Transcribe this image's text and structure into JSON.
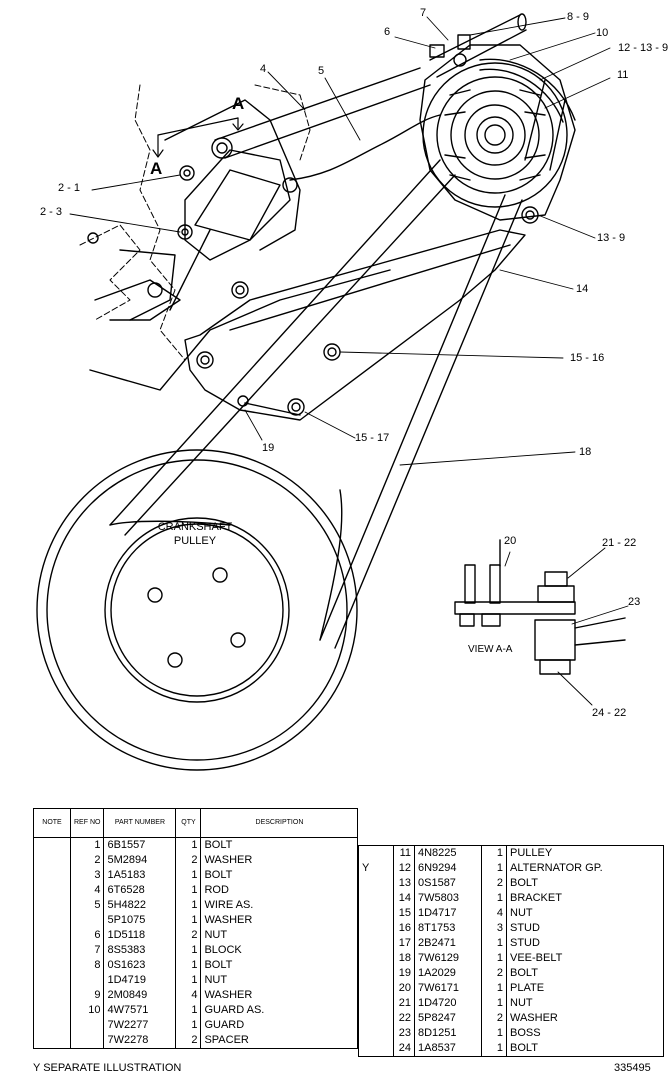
{
  "callouts": {
    "c1": "7",
    "c2": "8 - 9",
    "c3": "6",
    "c4": "10",
    "c5": "12 - 13 - 9",
    "c6": "4",
    "c7": "5",
    "c8": "11",
    "c9": "2 - 1",
    "c10": "2 - 3",
    "c11": "13 - 9",
    "c12": "14",
    "c13": "15 - 16",
    "c14": "15 - 17",
    "c15": "19",
    "c16": "18",
    "c17": "20",
    "c18": "21 - 22",
    "c19": "23",
    "c20": "24 - 22"
  },
  "section_marks": {
    "a_top": "A",
    "a_bottom": "A"
  },
  "pulley_label": {
    "line1": "CRANKSHAFT",
    "line2": "PULLEY"
  },
  "view_label": "VIEW  A-A",
  "table_headers": {
    "note": "NOTE",
    "ref_no": "REF NO",
    "part_number": "PART NUMBER",
    "qty": "QTY",
    "description": "DESCRIPTION"
  },
  "parts_left": [
    {
      "note": "",
      "ref": "1",
      "part": "6B1557",
      "qty": "1",
      "desc": "BOLT"
    },
    {
      "note": "",
      "ref": "2",
      "part": "5M2894",
      "qty": "2",
      "desc": "WASHER"
    },
    {
      "note": "",
      "ref": "3",
      "part": "1A5183",
      "qty": "1",
      "desc": "BOLT"
    },
    {
      "note": "",
      "ref": "4",
      "part": "6T6528",
      "qty": "1",
      "desc": "ROD"
    },
    {
      "note": "",
      "ref": "5",
      "part": "5H4822",
      "qty": "1",
      "desc": "WIRE AS."
    },
    {
      "note": "",
      "ref": "",
      "part": "5P1075",
      "qty": "1",
      "desc": "WASHER"
    },
    {
      "note": "",
      "ref": "6",
      "part": "1D5118",
      "qty": "2",
      "desc": "NUT"
    },
    {
      "note": "",
      "ref": "7",
      "part": "8S5383",
      "qty": "1",
      "desc": "BLOCK"
    },
    {
      "note": "",
      "ref": "8",
      "part": "0S1623",
      "qty": "1",
      "desc": "BOLT"
    },
    {
      "note": "",
      "ref": "",
      "part": "1D4719",
      "qty": "1",
      "desc": "NUT"
    },
    {
      "note": "",
      "ref": "9",
      "part": "2M0849",
      "qty": "4",
      "desc": "WASHER"
    },
    {
      "note": "",
      "ref": "10",
      "part": "4W7571",
      "qty": "1",
      "desc": "GUARD AS."
    },
    {
      "note": "",
      "ref": "",
      "part": "7W2277",
      "qty": "1",
      "desc": "GUARD"
    },
    {
      "note": "",
      "ref": "",
      "part": "7W2278",
      "qty": "2",
      "desc": "SPACER"
    }
  ],
  "parts_right": [
    {
      "note": "",
      "ref": "11",
      "part": "4N8225",
      "qty": "1",
      "desc": "PULLEY"
    },
    {
      "note": "Y",
      "ref": "12",
      "part": "6N9294",
      "qty": "1",
      "desc": "ALTERNATOR GP."
    },
    {
      "note": "",
      "ref": "13",
      "part": "0S1587",
      "qty": "2",
      "desc": "BOLT"
    },
    {
      "note": "",
      "ref": "14",
      "part": "7W5803",
      "qty": "1",
      "desc": "BRACKET"
    },
    {
      "note": "",
      "ref": "15",
      "part": "1D4717",
      "qty": "4",
      "desc": "NUT"
    },
    {
      "note": "",
      "ref": "16",
      "part": "8T1753",
      "qty": "3",
      "desc": "STUD"
    },
    {
      "note": "",
      "ref": "17",
      "part": "2B2471",
      "qty": "1",
      "desc": "STUD"
    },
    {
      "note": "",
      "ref": "18",
      "part": "7W6129",
      "qty": "1",
      "desc": "VEE-BELT"
    },
    {
      "note": "",
      "ref": "19",
      "part": "1A2029",
      "qty": "2",
      "desc": "BOLT"
    },
    {
      "note": "",
      "ref": "20",
      "part": "7W6171",
      "qty": "1",
      "desc": "PLATE"
    },
    {
      "note": "",
      "ref": "21",
      "part": "1D4720",
      "qty": "1",
      "desc": "NUT"
    },
    {
      "note": "",
      "ref": "22",
      "part": "5P8247",
      "qty": "2",
      "desc": "WASHER"
    },
    {
      "note": "",
      "ref": "23",
      "part": "8D1251",
      "qty": "1",
      "desc": "BOSS"
    },
    {
      "note": "",
      "ref": "24",
      "part": "1A8537",
      "qty": "1",
      "desc": "BOLT"
    }
  ],
  "footnote": "Y   SEPARATE ILLUSTRATION",
  "doc_number": "335495"
}
